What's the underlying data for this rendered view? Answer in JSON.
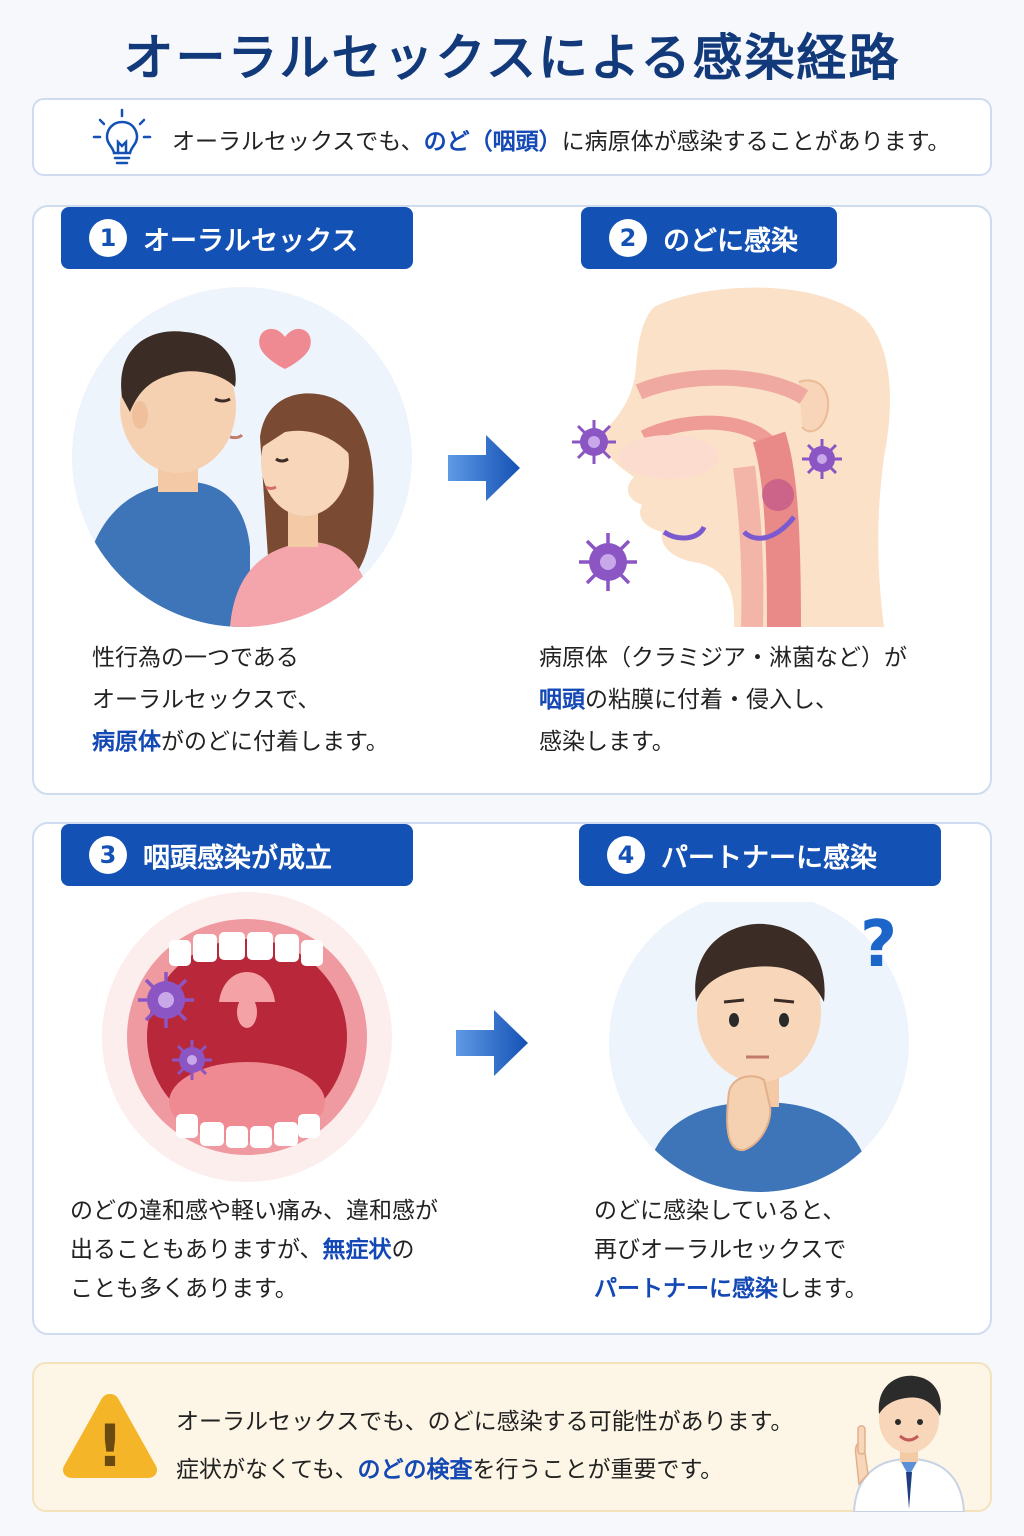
{
  "title": "オーラルセックスによる感染経路",
  "intro": {
    "pre": "オーラルセックスでも、",
    "highlight": "のど（咽頭）",
    "post": "に病原体が感染することがあります。"
  },
  "steps": [
    {
      "number": "1",
      "label": "オーラルセックス",
      "lines": [
        {
          "pre": "性行為の一つである",
          "hl": "",
          "post": ""
        },
        {
          "pre": "オーラルセックスで、",
          "hl": "",
          "post": ""
        },
        {
          "pre": "",
          "hl": "病原体",
          "post": "がのどに付着します。"
        }
      ]
    },
    {
      "number": "2",
      "label": "のどに感染",
      "lines": [
        {
          "pre": "病原体（クラミジア・淋菌など）が",
          "hl": "",
          "post": ""
        },
        {
          "pre": "",
          "hl": "咽頭",
          "post": "の粘膜に付着・侵入し、"
        },
        {
          "pre": "感染します。",
          "hl": "",
          "post": ""
        }
      ]
    },
    {
      "number": "3",
      "label": "咽頭感染が成立",
      "lines": [
        {
          "pre": "のどの違和感や軽い痛み、違和感が",
          "hl": "",
          "post": ""
        },
        {
          "pre": "出ることもありますが、",
          "hl": "無症状",
          "post": "の"
        },
        {
          "pre": "ことも多くあります。",
          "hl": "",
          "post": ""
        }
      ]
    },
    {
      "number": "4",
      "label": "パートナーに感染",
      "lines": [
        {
          "pre": "のどに感染していると、",
          "hl": "",
          "post": ""
        },
        {
          "pre": "再びオーラルセックスで",
          "hl": "",
          "post": ""
        },
        {
          "pre": "",
          "hl": "パートナーに感染",
          "post": "します。"
        }
      ]
    }
  ],
  "warning": {
    "line1": "オーラルセックスでも、のどに感染する可能性があります。",
    "line2_pre": "症状がなくても、",
    "line2_hl": "のどの検査",
    "line2_post": "を行うことが重要です。",
    "warning_icon": "!",
    "question_mark": "?"
  },
  "colors": {
    "title": "#123a7a",
    "badge": "#1451b4",
    "highlight": "#1348b5",
    "virus": "#8b56c4",
    "warning": "#f5b528"
  },
  "icons": [
    "lightbulb-icon",
    "arrow-right-icon",
    "virus-icon",
    "warning-icon",
    "question-icon",
    "heart-icon"
  ]
}
